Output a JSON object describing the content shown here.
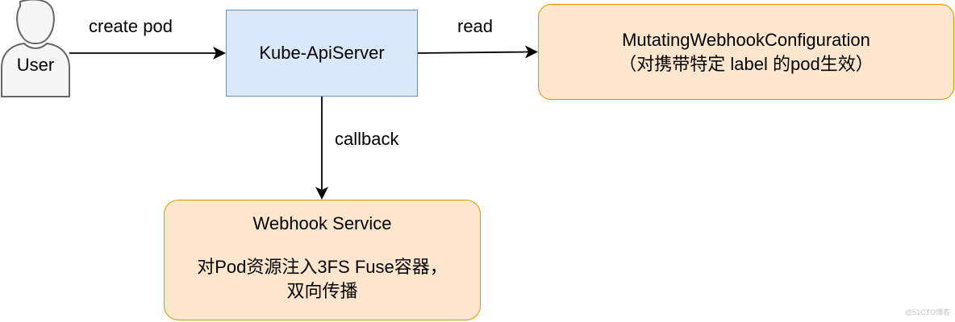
{
  "nodes": {
    "user": {
      "label": "User"
    },
    "apiserver": {
      "label": "Kube-ApiServer"
    },
    "mutating": {
      "line1": "MutatingWebhookConfiguration",
      "line2": "（对携带特定 label 的pod生效）"
    },
    "webhook": {
      "title": "Webhook Service",
      "desc_line1": "对Pod资源注入3FS Fuse容器，",
      "desc_line2": "双向传播"
    }
  },
  "edges": {
    "create_pod": "create pod",
    "read": "read",
    "callback": "callback"
  },
  "watermark": "@51CTO博客",
  "colors": {
    "apiserver_fill": "#dae8fc",
    "apiserver_stroke": "#6c8ebf",
    "orange_fill": "#ffe6cc",
    "orange_stroke": "#d79b00",
    "user_fill": "#f5f5f5",
    "user_stroke": "#666666"
  },
  "icons": {
    "user": "user-actor-icon"
  }
}
